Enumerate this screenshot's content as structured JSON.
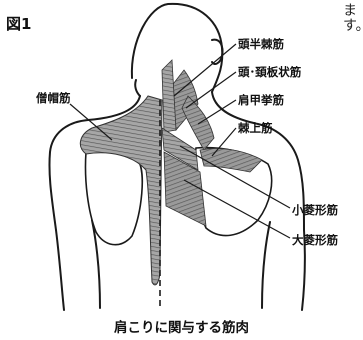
{
  "figure_label": "図1",
  "side_text": [
    "ま",
    "す。"
  ],
  "labels": {
    "trapezius": "僧帽筋",
    "semispinalis": "頭半棘筋",
    "splenius": "頭･頚板状筋",
    "levator_scapulae": "肩甲挙筋",
    "supraspinatus": "棘上筋",
    "rhomboid_minor": "小菱形筋",
    "rhomboid_major": "大菱形筋"
  },
  "caption": "肩こりに関与する筋肉",
  "colors": {
    "outline": "#1a1a1a",
    "muscle_fill": "#9a9a9a",
    "muscle_fill_light": "#c4c4c4",
    "muscle_stripe": "#4a4a4a"
  }
}
